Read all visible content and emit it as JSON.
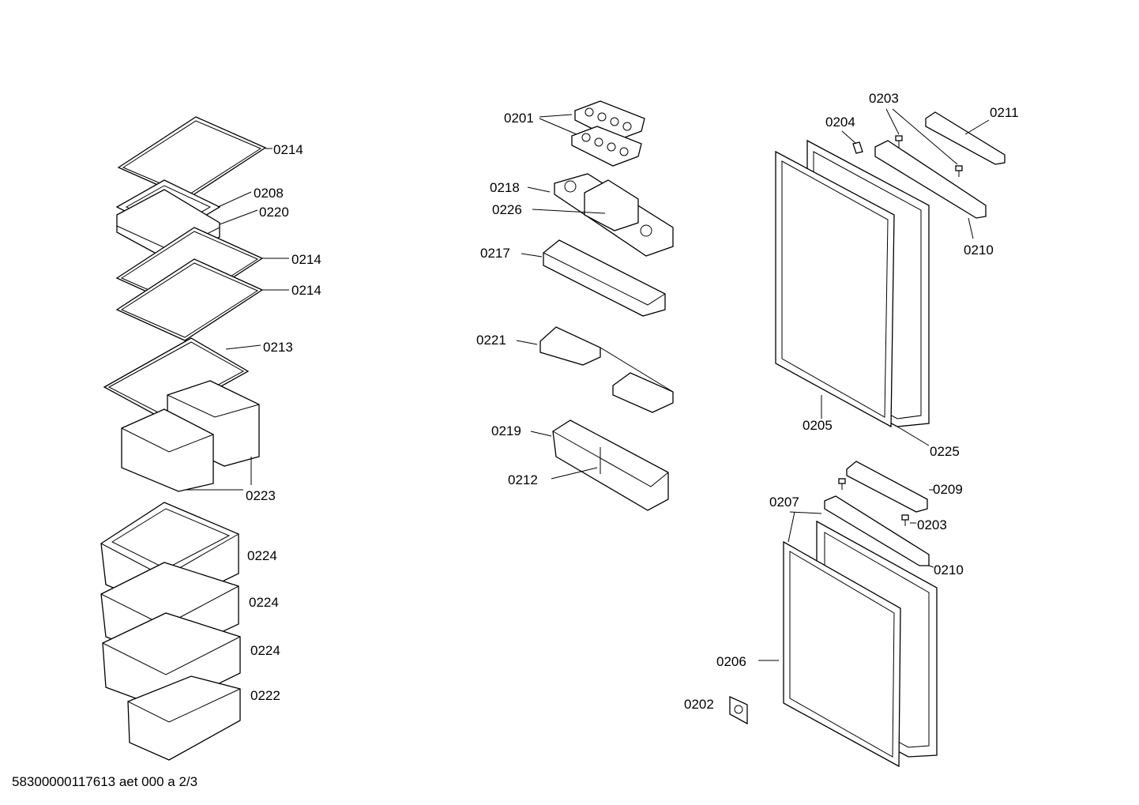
{
  "footer": "58300000117613 aet 000 a 2/3",
  "callouts": {
    "l1": "0214",
    "l2": "0208",
    "l3": "0220",
    "l4": "0214",
    "l5": "0214",
    "l6": "0213",
    "l7": "0223",
    "l8": "0224",
    "l9": "0224",
    "l10": "0224",
    "l11": "0222",
    "m1": "0201",
    "m2": "0218",
    "m3": "0226",
    "m4": "0217",
    "m5": "0221",
    "m6": "0219",
    "m7": "0212",
    "r1": "0203",
    "r2": "0211",
    "r3": "0204",
    "r4": "0210",
    "r5": "0205",
    "r6": "0225",
    "r7": "0209",
    "r8": "0207",
    "r9": "0203",
    "r10": "0210",
    "r11": "0206",
    "r12": "0202"
  }
}
